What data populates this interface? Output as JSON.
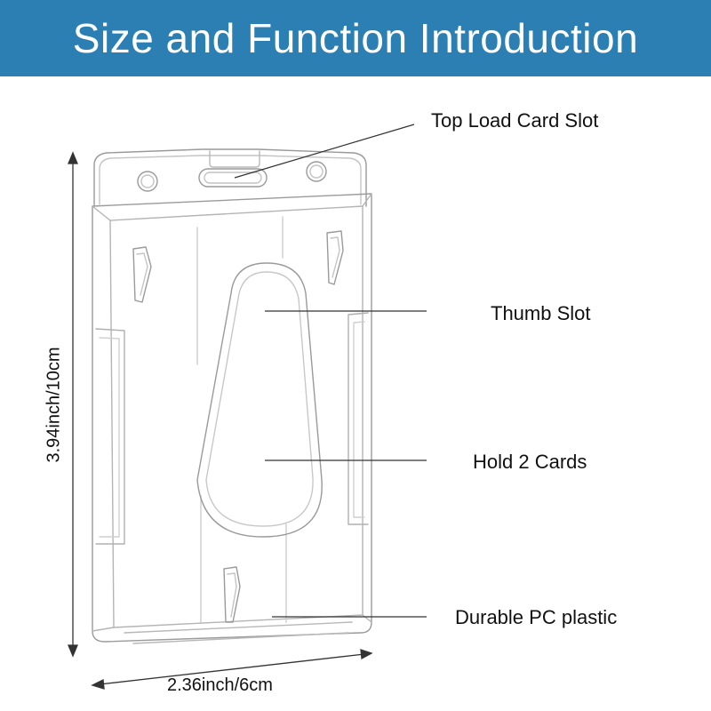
{
  "banner": {
    "title": "Size and Function Introduction",
    "color": "#2c7fb3"
  },
  "callouts": {
    "top_load": "Top Load Card Slot",
    "thumb_slot": "Thumb Slot",
    "hold_cards": "Hold 2 Cards",
    "material": "Durable PC plastic"
  },
  "dimensions": {
    "width": "2.36inch/6cm",
    "height": "3.94inch/10cm"
  }
}
